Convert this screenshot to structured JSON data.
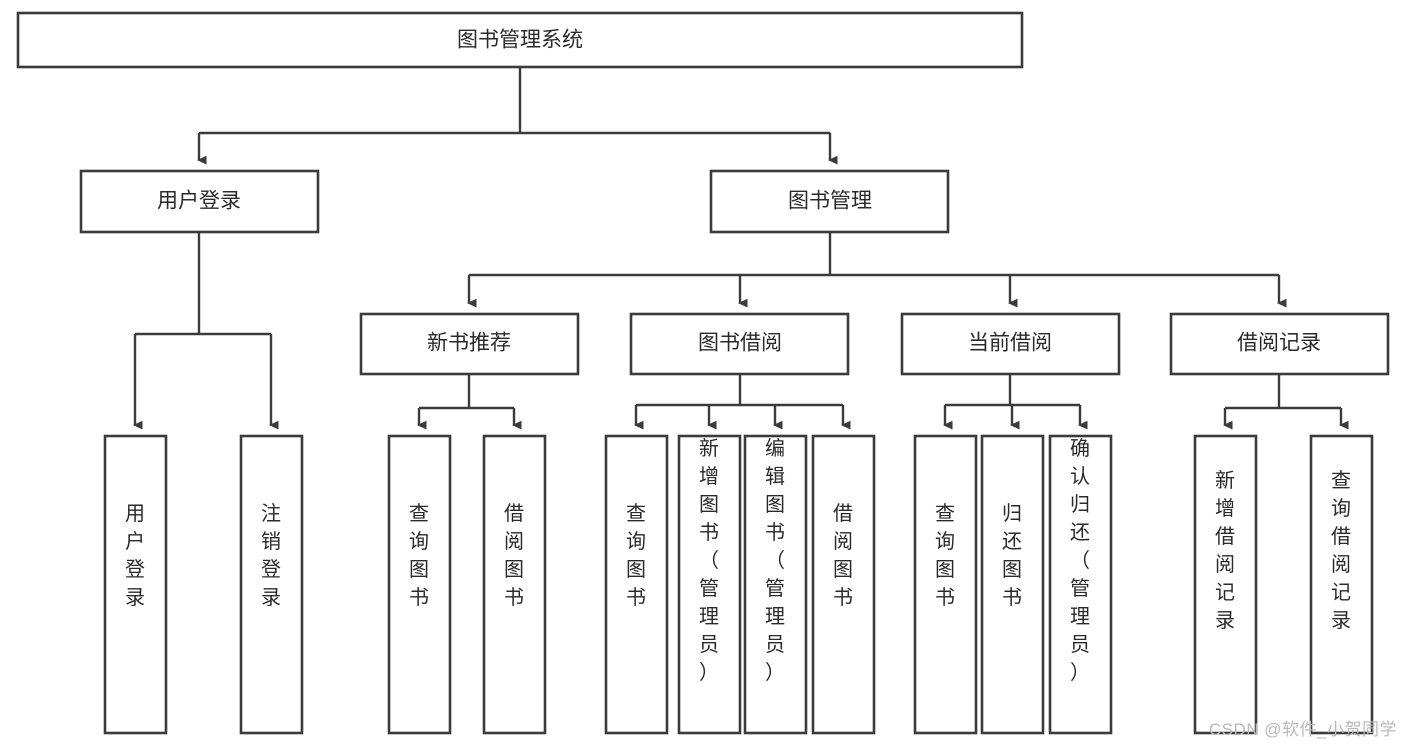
{
  "diagram": {
    "type": "tree-hierarchy",
    "title": "图书管理系统",
    "root": {
      "label": "图书管理系统"
    },
    "level2": [
      {
        "label": "用户登录"
      },
      {
        "label": "图书管理"
      }
    ],
    "level3": [
      {
        "label": "新书推荐"
      },
      {
        "label": "图书借阅"
      },
      {
        "label": "当前借阅"
      },
      {
        "label": "借阅记录"
      }
    ],
    "leaves": {
      "user_login": [
        {
          "label": "用户登录"
        },
        {
          "label": "注销登录"
        }
      ],
      "new_book_recommend": [
        {
          "label": "查询图书"
        },
        {
          "label": "借阅图书"
        }
      ],
      "book_borrow": [
        {
          "label": "查询图书"
        },
        {
          "label": "新增图书（管理员）"
        },
        {
          "label": "编辑图书（管理员）"
        },
        {
          "label": "借阅图书"
        }
      ],
      "current_borrow": [
        {
          "label": "查询图书"
        },
        {
          "label": "归还图书"
        },
        {
          "label": "确认归还（管理员）"
        }
      ],
      "borrow_record": [
        {
          "label": "新增借阅记录"
        },
        {
          "label": "查询借阅记录"
        }
      ]
    }
  },
  "watermark": {
    "text": "CSDN @软件_小贺同学"
  },
  "colors": {
    "stroke": "#3b3b3b",
    "box_fill": "#ffffff",
    "text": "#2a2a2a",
    "watermark": "#b9b9b9",
    "background": "#ffffff"
  }
}
